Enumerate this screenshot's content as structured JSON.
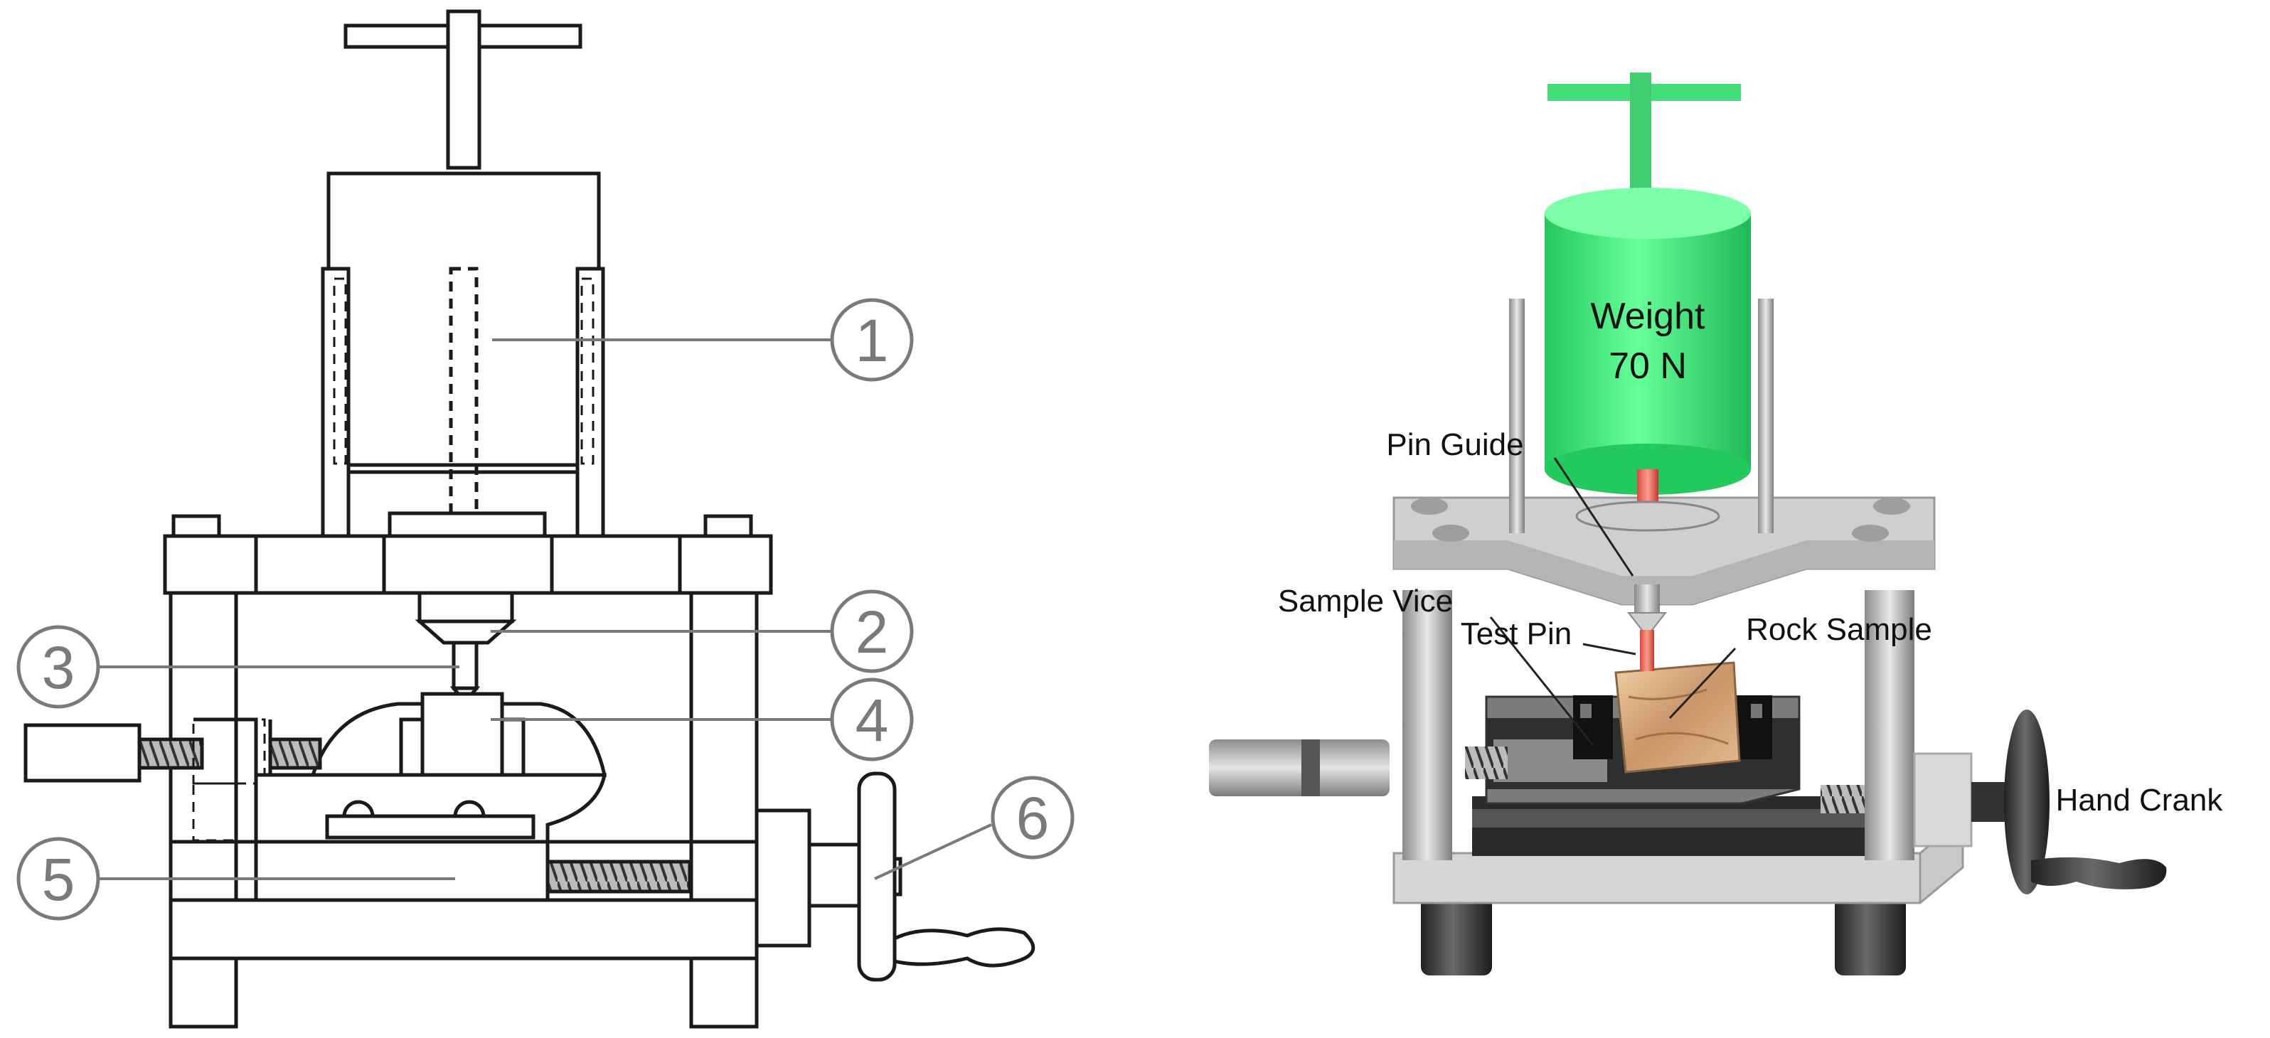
{
  "left_diagram": {
    "callouts": [
      "1",
      "2",
      "3",
      "4",
      "5",
      "6"
    ]
  },
  "right_diagram": {
    "labels": {
      "weight_line1": "Weight",
      "weight_line2": "70 N",
      "pin_guide": "Pin Guide",
      "sample_vice": "Sample Vice",
      "test_pin": "Test Pin",
      "rock_sample": "Rock Sample",
      "hand_crank": "Hand Crank"
    }
  },
  "colors": {
    "line": "#1a1a1a",
    "callout": "#7a7a7a",
    "weight": "#33ee77",
    "handle": "#44dd77",
    "pin": "#ee6655",
    "metal": "#bdbdbd",
    "dark": "#333333",
    "rock": "#d9b48f"
  }
}
